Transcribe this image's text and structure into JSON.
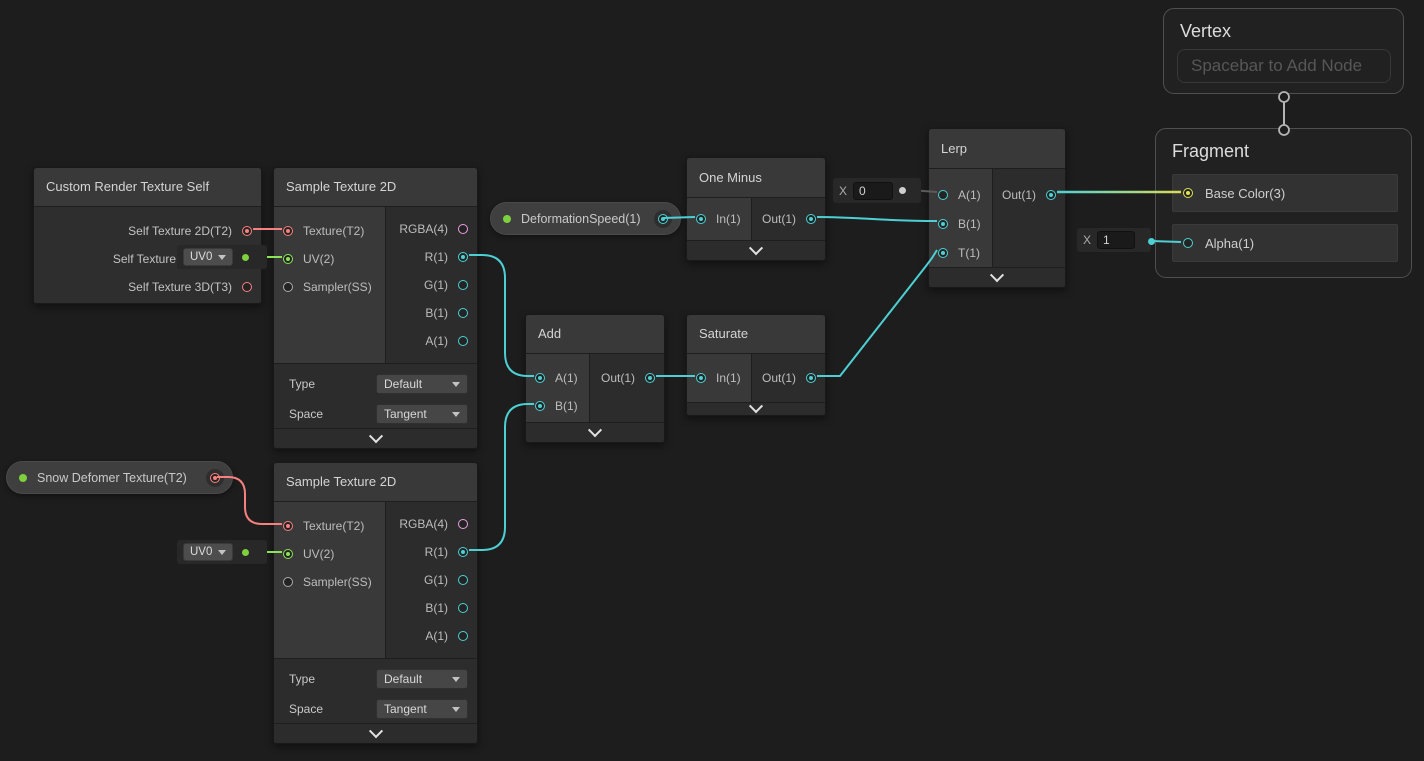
{
  "colors": {
    "canvas_background": "#1D1D1D",
    "cyan_float": "#4DD0D4",
    "green_uv": "#8DE356",
    "red_texture": "#F8807F",
    "pink_vector4": "#EC9FE5",
    "yellow_color": "#E3E44F",
    "gray_sampler": "#ABABAB",
    "exposed_property_dot": "#7ED03C"
  },
  "nodes": {
    "crts": {
      "title": "Custom Render Texture Self",
      "outputs": [
        "Self Texture 2D(T2)",
        "Self Texture Cube(TC)",
        "Self Texture 3D(T3)"
      ]
    },
    "sample1": {
      "title": "Sample Texture 2D",
      "inputs": [
        "Texture(T2)",
        "UV(2)",
        "Sampler(SS)"
      ],
      "outputs": [
        "RGBA(4)",
        "R(1)",
        "G(1)",
        "B(1)",
        "A(1)"
      ],
      "controls": [
        {
          "label": "Type",
          "value": "Default"
        },
        {
          "label": "Space",
          "value": "Tangent"
        }
      ]
    },
    "sample2": {
      "title": "Sample Texture 2D",
      "inputs": [
        "Texture(T2)",
        "UV(2)",
        "Sampler(SS)"
      ],
      "outputs": [
        "RGBA(4)",
        "R(1)",
        "G(1)",
        "B(1)",
        "A(1)"
      ],
      "controls": [
        {
          "label": "Type",
          "value": "Default"
        },
        {
          "label": "Space",
          "value": "Tangent"
        }
      ]
    },
    "snow_pill": {
      "label": "Snow Defomer Texture(T2)"
    },
    "deformation_pill": {
      "label": "DeformationSpeed(1)"
    },
    "one_minus": {
      "title": "One Minus",
      "in": "In(1)",
      "out": "Out(1)"
    },
    "add": {
      "title": "Add",
      "a": "A(1)",
      "b": "B(1)",
      "out": "Out(1)"
    },
    "saturate": {
      "title": "Saturate",
      "in": "In(1)",
      "out": "Out(1)"
    },
    "lerp": {
      "title": "Lerp",
      "a": "A(1)",
      "b": "B(1)",
      "t": "T(1)",
      "out": "Out(1)"
    },
    "vertex": {
      "title": "Vertex",
      "placeholder": "Spacebar to Add Node"
    },
    "fragment": {
      "title": "Fragment",
      "rows": [
        "Base Color(3)",
        "Alpha(1)"
      ]
    }
  },
  "widgets": {
    "uv0_sample1": {
      "value": "UV0"
    },
    "uv0_sample2": {
      "value": "UV0"
    },
    "x0": {
      "label": "X",
      "value": "0"
    },
    "x1": {
      "label": "X",
      "value": "1"
    }
  }
}
